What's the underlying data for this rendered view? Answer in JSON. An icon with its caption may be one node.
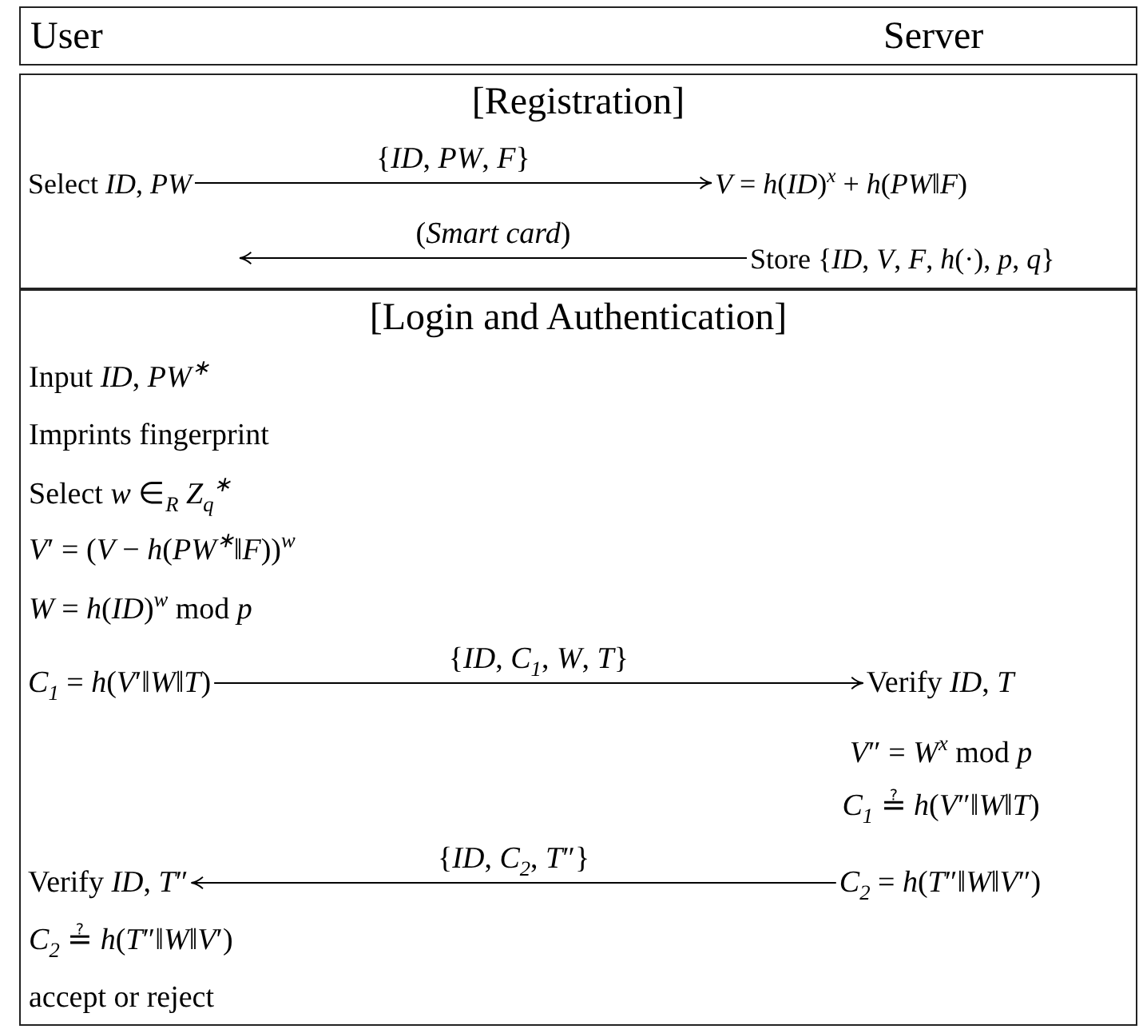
{
  "diagram": {
    "nodes": [
      {
        "text": [
          "User",
          "Server"
        ]
      },
      {
        "text": [
          "[Registration]"
        ]
      },
      {
        "text": [
          "Select *ID*, *PW*"
        ],
        "in": 1
      },
      {
        "text": [
          "*V* = *h*(*ID*)$^{x}$ + *h*(*PW*‖*F*)"
        ],
        "in": 1
      },
      {
        "text": [
          "Store {*ID*, *V*, *F*, *h*(·), *p*, *q*}"
        ],
        "in": 1
      },
      {
        "text": [
          "[Login and Authentication]"
        ]
      },
      {
        "text": [
          "*C*$_{1}$ = *h*(*V*′‖*W*‖*T*)"
        ],
        "in": 5
      },
      {
        "text": [
          "Verify *ID*, *T*"
        ],
        "in": 5
      },
      {
        "text": [
          "Verify *ID*, *T*″"
        ],
        "in": 5
      },
      {
        "text": [
          "*C*$_{2}$ = *h*(*T*″‖*W*‖*V*″)"
        ],
        "in": 5
      }
    ],
    "edges": [
      {
        "from": 2,
        "to": 3,
        "arrow": "to",
        "label": "{*ID*, *PW*, *F*}"
      },
      {
        "from": 4,
        "to": null,
        "arrow": "to",
        "label": "(*Smart card*)"
      },
      {
        "from": 6,
        "to": 7,
        "arrow": "to",
        "label": "{*ID*, *C*$_{1}$, *W*, *T*}"
      },
      {
        "from": 9,
        "to": 8,
        "arrow": "to",
        "label": "{*ID*, *C*$_{2}$, *T*″}"
      }
    ],
    "labels": [
      "Input *ID*, *PW*$^{∗}$",
      "Imprints fingerprint",
      "Select *w* ∈$_{R}$ *Z*$_{q}$$^{∗}$",
      "*V*′ = (*V* − *h*(*PW*$^{∗}$‖*F*))$^{w}$",
      "*W* = *h*(*ID*)$^{w}$ mod *p*",
      "*V*″ = *W*$^{x}$ mod *p*",
      "*C*$_{1}$ ≟ *h*(*V*″‖*W*‖*T*)",
      "*C*$_{2}$ ≟ *h*(*T*″‖*W*‖*V*′)",
      "accept or reject"
    ]
  }
}
